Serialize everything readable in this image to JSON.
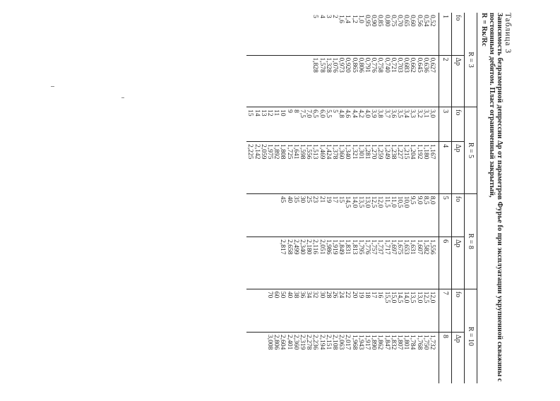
{
  "caption": {
    "label": "Таблица 3",
    "title": "Зависимость безразмерной депрессии Δp от параметров Фурье fo при эксплуатации укрупненной скважины с постоянным дебитом. Пласт ограниченный закрытый,",
    "ratio": "R = Rк/Rс"
  },
  "table": {
    "groups": [
      "R = 3",
      "R = 5",
      "R = 8",
      "R = 10"
    ],
    "headers": [
      "fo",
      "Δp",
      "fo",
      "Δp",
      "fo",
      "Δp",
      "fo",
      "Δp"
    ],
    "numbers": [
      "1",
      "2",
      "3",
      "4",
      "5",
      "6",
      "7",
      "8"
    ],
    "rows": [
      [
        "0,52",
        "0,627",
        "3,0",
        "1,167",
        "8,0",
        "1,556",
        "12,0",
        "1,732"
      ],
      [
        "0,54",
        "0,636",
        "3,1",
        "1,180",
        "8,5",
        "1,582",
        "12,5",
        "1,750"
      ],
      [
        "0,56",
        "0,645",
        "3,2",
        "1,192",
        "9,0",
        "1,607",
        "13,0",
        "1,768"
      ],
      [
        "0,60",
        "0,662",
        "3,3",
        "1,204",
        "9,5",
        "1,631",
        "13,5",
        "1,784"
      ],
      [
        "0,65",
        "0,683",
        "3,4",
        "1,215",
        "10,0",
        "1,653",
        "14,0",
        "1,801"
      ],
      [
        "0,70",
        "0,703",
        "3,5",
        "1,227",
        "10,5",
        "1,675",
        "14,5",
        "1,807"
      ],
      [
        "0,75",
        "0,721",
        "3,6",
        "1,238",
        "11,0",
        "1,697",
        "15,0",
        "1,832"
      ],
      [
        "0,80",
        "0,740",
        "3,7",
        "1,249",
        "11,5",
        "1,717",
        "15,5",
        "1,847"
      ],
      [
        "0,85",
        "0,758",
        "3,8",
        "1,259",
        "12,0",
        "1,737",
        "16",
        "1,862"
      ],
      [
        "0,90",
        "0,776",
        "3,9",
        "1,270",
        "12,5",
        "1,757",
        "17",
        "1,890"
      ],
      [
        "0,95",
        "0,791",
        "4,0",
        "1,281",
        "13,0",
        "1,776",
        "18",
        "1,917"
      ],
      [
        "1,0",
        "0,806",
        "4,2",
        "1,301",
        "13,5",
        "1,795",
        "19",
        "1,943"
      ],
      [
        "1,2",
        "0,865",
        "4,4",
        "1,321",
        "14,0",
        "1,813",
        "20",
        "1,968"
      ],
      [
        "1,4",
        "0,920",
        "4,6",
        "1,340",
        "14,5",
        "1,831",
        "22",
        "2,017"
      ],
      [
        "1,6",
        "0,973",
        "4,8",
        "1,360",
        "15",
        "1,849",
        "24",
        "2,063"
      ],
      [
        "2",
        "1,076",
        "5",
        "1,378",
        "17",
        "1,919",
        "26",
        "2,108"
      ],
      [
        "3",
        "1,328",
        "5,5",
        "1,424",
        "19",
        "1,986",
        "28",
        "2,151"
      ],
      [
        "4",
        "1,578",
        "6,0",
        "1,469",
        "21",
        "2,051",
        "30",
        "2,194"
      ],
      [
        "5",
        "1,828",
        "6,5",
        "1,513",
        "23",
        "2,116",
        "32",
        "2,236"
      ],
      [
        "",
        "",
        "7,0",
        "1,556",
        "25",
        "2,180",
        "34",
        "2,278"
      ],
      [
        "",
        "",
        "7,5",
        "1,598",
        "30",
        "2,340",
        "36",
        "2,319"
      ],
      [
        "",
        "",
        "8",
        "1,641",
        "35",
        "2,499",
        "38",
        "2,360"
      ],
      [
        "",
        "",
        "9",
        "1,725",
        "40",
        "2,658",
        "40",
        "2,401"
      ],
      [
        "",
        "",
        "10",
        "1,808",
        "45",
        "2,817",
        "50",
        "2,604"
      ],
      [
        "",
        "",
        "11",
        "1,892",
        "",
        "",
        "60",
        "2,806"
      ],
      [
        "",
        "",
        "12",
        "1,975",
        "",
        "",
        "70",
        "3,008"
      ],
      [
        "",
        "",
        "13",
        "2,059",
        "",
        "",
        "",
        ""
      ],
      [
        "",
        "",
        "14",
        "2,142",
        "",
        "",
        "",
        ""
      ],
      [
        "",
        "",
        "15",
        "2,225",
        "",
        "",
        "",
        ""
      ]
    ]
  }
}
